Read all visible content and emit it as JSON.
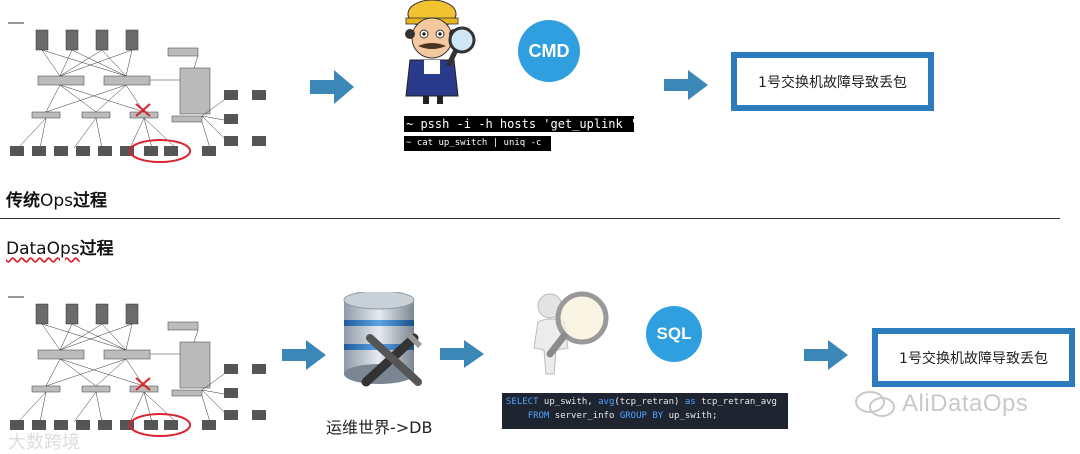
{
  "traditional": {
    "title_a": "传统",
    "title_b": "Ops",
    "title_c": "过程",
    "badge": "CMD",
    "command_1": "~ pssh -i -h hosts 'get_uplink '",
    "command_2": "~ cat up_switch | uniq -c",
    "result": "1号交换机故障导致丢包"
  },
  "dataops": {
    "title_a": "DataOps",
    "title_b": "过程",
    "db_caption": "运维世界->DB",
    "badge": "SQL",
    "sql_line1_kw1": "SELECT",
    "sql_line1_rest": " up_swith, ",
    "sql_line1_kw2": "avg",
    "sql_line1_mid": "(tcp_retran) ",
    "sql_line1_kw3": "as",
    "sql_line1_end": " tcp_retran_avg",
    "sql_line2_kw1": "FROM",
    "sql_line2_mid": " server_info ",
    "sql_line2_kw2": "GROUP BY",
    "sql_line2_end": " up_swith;",
    "result": "1号交换机故障导致丢包"
  },
  "watermarks": {
    "brand": "AliDataOps",
    "cn": "大数跨境"
  },
  "colors": {
    "accent_blue": "#2f9fe0",
    "arrow_blue": "#3a87b8",
    "box_border": "#2b7bbd",
    "fault_red": "#d9232e"
  },
  "icons": {
    "network_diagram": "network-topology-icon",
    "worker": "engineer-with-magnifier-icon",
    "database": "database-tools-icon",
    "person_magnifier": "person-with-magnifier-icon"
  }
}
